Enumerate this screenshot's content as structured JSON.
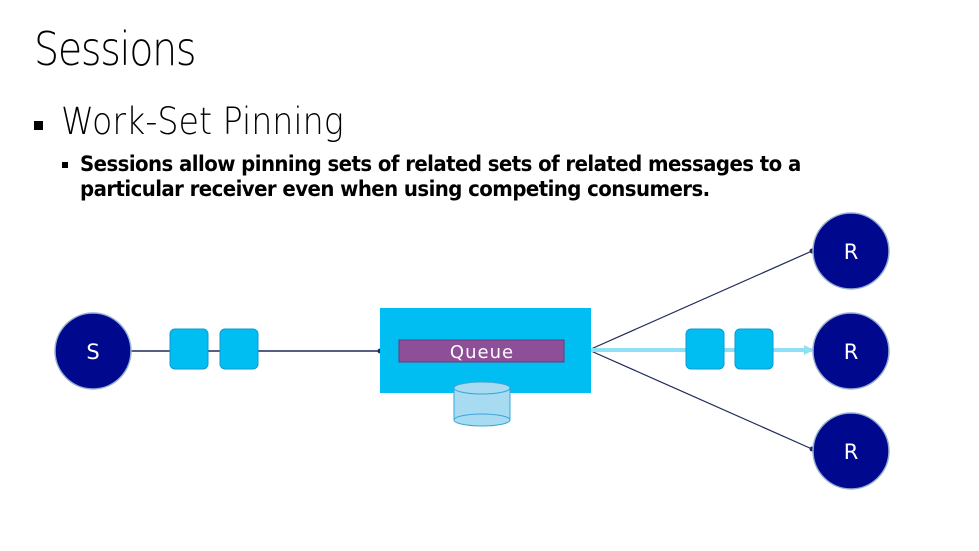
{
  "slide": {
    "title": "Sessions",
    "bullet_level1": "Work-Set Pinning",
    "bullet_level2": "Sessions allow pinning sets of related sets of related messages to a particular receiver even when using competing consumers."
  },
  "diagram": {
    "sender_label": "S",
    "queue_label": "Queue",
    "receiver_labels": [
      "R",
      "R",
      "R"
    ],
    "colors": {
      "node": "#00098e",
      "message": "#00bdf2",
      "queue_box": "#00bdf2",
      "queue_label_bg": "#8e4f98",
      "storage": "#a6dbf2",
      "highlight_line": "#8fe0f5"
    }
  }
}
